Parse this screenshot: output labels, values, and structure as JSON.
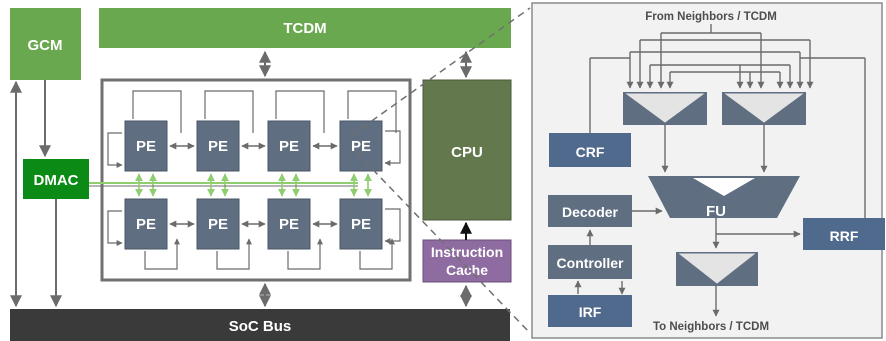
{
  "colors": {
    "green_bar": "#6aa84f",
    "green_dark": "#0b8a16",
    "bus": "#3a3a3a",
    "cpu": "#63784d",
    "cache": "#8e6ba0",
    "pe": "#5f6e80",
    "unit": "#506a8e",
    "panel_bg": "#f2f2f2",
    "line": "#6b6b6b",
    "highlight": "#8fce6f"
  },
  "icons": {
    "connector": "bidirectional-arrow-icon",
    "fu_shape": "trapezoid-icon",
    "mux_shape": "inverted-triangle-icon"
  },
  "blocks": {
    "gcm": "GCM",
    "tcdm": "TCDM",
    "dmac": "DMAC",
    "cpu": "CPU",
    "cache_line1": "Instruction",
    "cache_line2": "Cache",
    "soc_bus": "SoC Bus"
  },
  "pe": {
    "label": "PE",
    "rows": [
      [
        "PE",
        "PE",
        "PE",
        "PE"
      ],
      [
        "PE",
        "PE",
        "PE",
        "PE"
      ]
    ]
  },
  "detail": {
    "from_label": "From Neighbors / TCDM",
    "to_label": "To Neighbors / TCDM",
    "crf": "CRF",
    "decoder": "Decoder",
    "controller": "Controller",
    "irf": "IRF",
    "fu": "FU",
    "rrf": "RRF"
  }
}
